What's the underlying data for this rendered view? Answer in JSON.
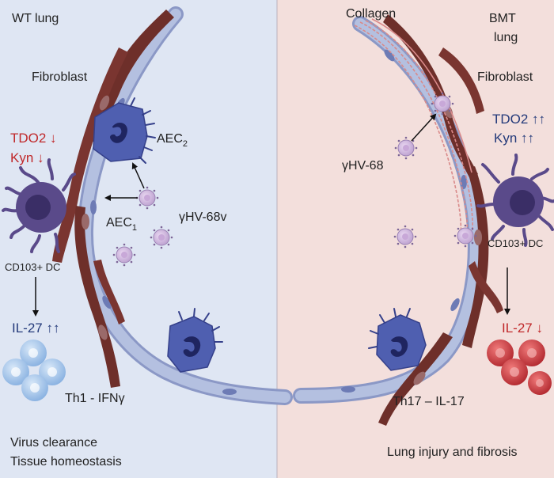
{
  "colors": {
    "left_bg": "#dfe6f3",
    "right_bg": "#f3dfdc",
    "fibroblast": "#6e2f2a",
    "aec1": "#a9b6d9",
    "aec2": "#4f5fb0",
    "dc": "#5a4a8a",
    "virus": "#c9b4d8",
    "red_text": "#c0282a",
    "blue_text": "#243a7a",
    "th1_cell": "#9cc0e8",
    "th17_cell": "#c8323a",
    "collagen": "#d98a8a"
  },
  "left": {
    "region_title": "WT lung",
    "fibroblast": "Fibroblast",
    "tdo2": "TDO2 ↓",
    "kyn": "Kyn ↓",
    "aec2_main": "AEC",
    "aec2_sub": "2",
    "aec1_main": "AEC",
    "aec1_sub": "1",
    "virus": "γHV-68v",
    "dc": "CD103+ DC",
    "il27": "IL-27 ↑↑",
    "th1": "Th1 - IFNγ",
    "outcome_1": "Virus clearance",
    "outcome_2": "Tissue homeostasis"
  },
  "right": {
    "collagen": "Collagen",
    "region_title_1": "BMT",
    "region_title_2": "lung",
    "fibroblast": "Fibroblast",
    "tdo2": "TDO2 ↑↑",
    "kyn": "Kyn  ↑↑",
    "virus": "γHV-68",
    "dc": "CD103+ DC",
    "il27": "IL-27 ↓",
    "th17": "Th17 – IL-17",
    "outcome": "Lung injury and fibrosis"
  }
}
